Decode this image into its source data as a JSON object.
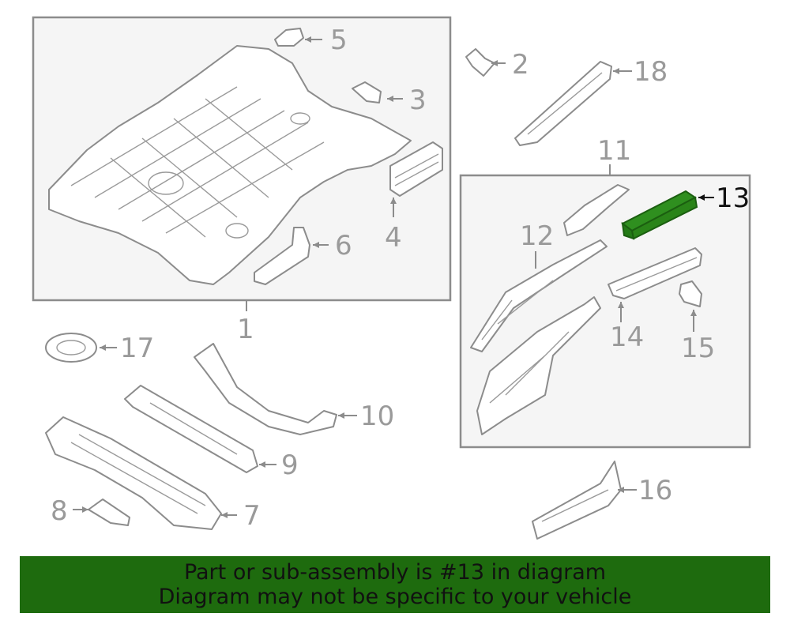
{
  "highlight_color": "#2f8f1f",
  "banner": {
    "line1": "Part or sub-assembly is #13 in diagram",
    "line2": "Diagram may not be specific to your vehicle",
    "background": "#1e6b0e"
  },
  "callouts": {
    "c1": "1",
    "c2": "2",
    "c3": "3",
    "c4": "4",
    "c5": "5",
    "c6": "6",
    "c7": "7",
    "c8": "8",
    "c9": "9",
    "c10": "10",
    "c11": "11",
    "c12": "12",
    "c13": "13",
    "c14": "14",
    "c15": "15",
    "c16": "16",
    "c17": "17",
    "c18": "18"
  },
  "highlighted_part": "13"
}
